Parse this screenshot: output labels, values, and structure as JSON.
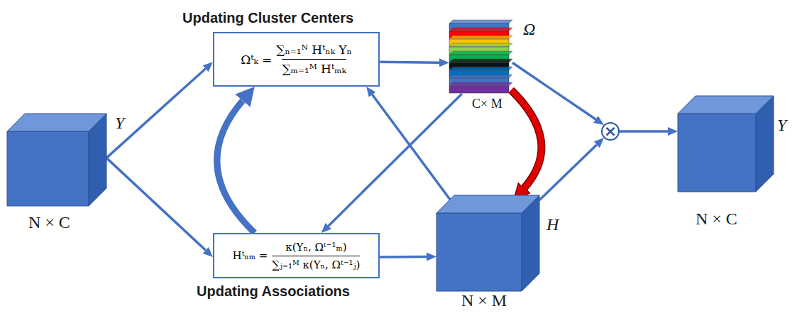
{
  "diagram": {
    "nodes": [
      {
        "text": [
          "Y",
          "N × C"
        ]
      },
      {
        "text": [
          "Updating Cluster Centers",
          "Ωᵗₖ =",
          "∑ₙ₌₁ᴺ Hᵗₙₖ Yₙ",
          "∑ₘ₌₁ᴹ Hᵗₘₖ"
        ]
      },
      {
        "text": [
          "Ω",
          "C× M"
        ]
      },
      {
        "text": [
          "Hᵗₙₘ =",
          "κ(Yₙ, Ωᵗ⁻¹ₘ)",
          "∑ⱼ₌₁ᴹ κ(Yₙ, Ωᵗ⁻¹ⱼ)",
          "Updating Associations"
        ]
      },
      {
        "text": [
          "H",
          "N × M"
        ]
      },
      {
        "text": [
          "×"
        ]
      },
      {
        "text": [
          "Υ",
          "N × C"
        ]
      }
    ],
    "edges": [
      {
        "from": 0,
        "to": 1,
        "arrow": "to"
      },
      {
        "from": 0,
        "to": 3,
        "arrow": "to"
      },
      {
        "from": 1,
        "to": 2,
        "arrow": "to"
      },
      {
        "from": 3,
        "to": 4,
        "arrow": "to"
      },
      {
        "from": 4,
        "to": 1,
        "arrow": "to"
      },
      {
        "from": 2,
        "to": 3,
        "arrow": "to"
      },
      {
        "from": 2,
        "to": 4,
        "arrow": "to"
      },
      {
        "from": 3,
        "to": 1,
        "arrow": "to"
      },
      {
        "from": 2,
        "to": 5,
        "arrow": "to"
      },
      {
        "from": 4,
        "to": 5,
        "arrow": "to"
      },
      {
        "from": 5,
        "to": 6,
        "arrow": "to"
      }
    ]
  }
}
